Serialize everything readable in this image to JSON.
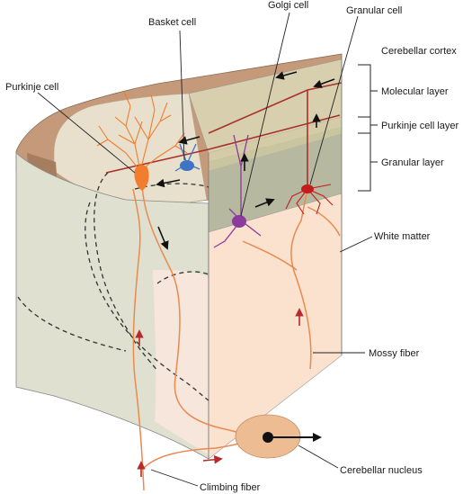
{
  "labels": {
    "basket_cell": "Basket cell",
    "golgi_cell": "Golgi cell",
    "granular_cell": "Granular cell",
    "purkinje_cell": "Purkinje cell",
    "cerebellar_cortex": "Cerebellar cortex",
    "molecular_layer": "Molecular layer",
    "purkinje_cell_layer": "Purkinje cell layer",
    "granular_layer": "Granular layer",
    "white_matter": "White matter",
    "mossy_fiber": "Mossy fiber",
    "cerebellar_nucleus": "Cerebellar nucleus",
    "climbing_fiber": "Climbing fiber"
  },
  "colors": {
    "fold_outer": "#c49a7b",
    "fold_inner": "#e6dcc9",
    "molecular_layer": "#d8cfae",
    "purkinje_layer": "#c9c59f",
    "granular_layer": "#b6b8a0",
    "white_matter": "#fbe2cf",
    "side_face": "#dfe0cf",
    "fiber": "#e98a4e",
    "parallel_fiber": "#a8312a",
    "purkinje": "#f07e2e",
    "basket": "#3f74c4",
    "golgi": "#8d3a9e",
    "granule": "#c21d1d",
    "nucleus": "#edbc93",
    "arrow_red": "#b72a2a",
    "arrow_black": "#111111"
  }
}
